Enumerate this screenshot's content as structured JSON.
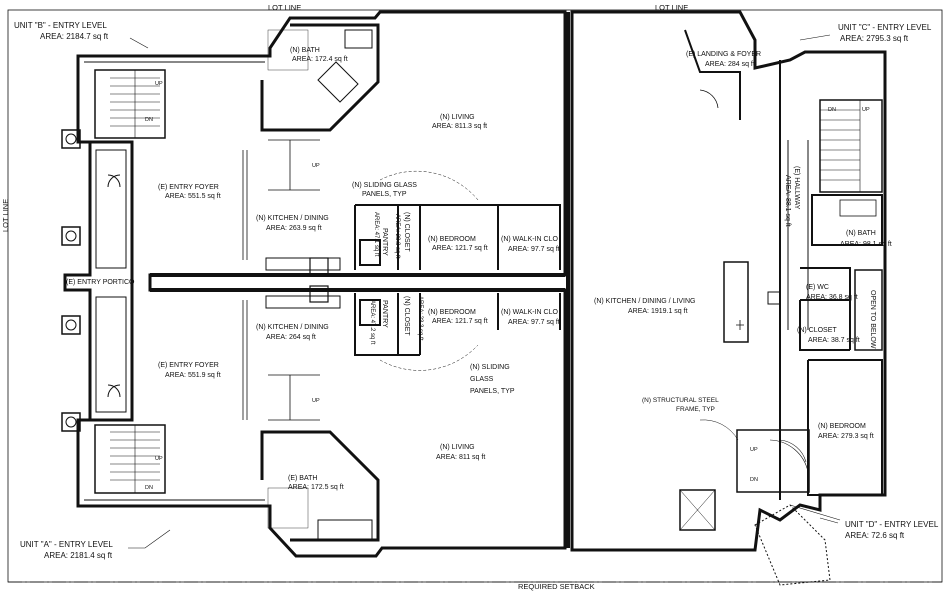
{
  "boundaries": {
    "lot_line_top": "LOT LINE",
    "lot_line_left": "LOT LINE",
    "lot_line_right": "LOT LINE",
    "required_setback": "REQUIRED SETBACK"
  },
  "units": {
    "a": {
      "title": "UNIT \"A\" - ENTRY LEVEL",
      "area": "AREA: 2181.4 sq ft"
    },
    "b": {
      "title": "UNIT \"B\" - ENTRY LEVEL",
      "area": "AREA: 2184.7 sq ft"
    },
    "c": {
      "title": "UNIT \"C\" - ENTRY LEVEL",
      "area": "AREA: 2795.3 sq ft"
    },
    "d": {
      "title": "UNIT \"D\" - ENTRY LEVEL",
      "area": "AREA: 72.6 sq ft"
    }
  },
  "rooms": {
    "bath_top": {
      "name": "(N) BATH",
      "area": "AREA: 172.4 sq ft"
    },
    "living_top": {
      "name": "(N) LIVING",
      "area": "AREA: 811.3 sq ft"
    },
    "foyer_top": {
      "name": "(E) ENTRY FOYER",
      "area": "AREA: 551.5 sq ft"
    },
    "kitchen_top": {
      "name": "(N) KITCHEN / DINING",
      "area": "AREA: 263.9 sq ft"
    },
    "pantry_top": {
      "name": "PANTRY",
      "area": "AREA: 47.1 sq ft"
    },
    "closet_top": {
      "name": "(N) CLOSET",
      "area": "AREA: 23.3 sq ft"
    },
    "bedroom_top": {
      "name": "(N) BEDROOM",
      "area": "AREA: 121.7 sq ft"
    },
    "walkin_top": {
      "name": "(N) WALK-IN CLO",
      "area": "AREA: 97.7 sq ft"
    },
    "sliding_top": {
      "line1": "(N) SLIDING GLASS",
      "line2": "PANELS, TYP"
    },
    "portico": {
      "name": "(E) ENTRY PORTICO"
    },
    "kitchen_bot": {
      "name": "(N) KITCHEN / DINING",
      "area": "AREA: 264 sq ft"
    },
    "pantry_bot": {
      "name": "PANTRY",
      "area": "AREA: 47.2 sq ft"
    },
    "closet_bot": {
      "name": "(N) CLOSET",
      "area": "AREA: 23.3 sq ft"
    },
    "bedroom_bot": {
      "name": "(N) BEDROOM",
      "area": "AREA: 121.7 sq ft"
    },
    "walkin_bot": {
      "name": "(N) WALK-IN CLO",
      "area": "AREA: 97.7 sq ft"
    },
    "foyer_bot": {
      "name": "(E) ENTRY FOYER",
      "area": "AREA: 551.9 sq ft"
    },
    "sliding_bot": {
      "line1": "(N) SLIDING",
      "line2": "GLASS",
      "line3": "PANELS, TYP"
    },
    "living_bot": {
      "name": "(N) LIVING",
      "area": "AREA: 811 sq ft"
    },
    "bath_bot": {
      "name": "(E) BATH",
      "area": "AREA: 172.5 sq ft"
    },
    "landing": {
      "name": "(E) LANDING & FOYER",
      "area": "AREA: 284 sq ft"
    },
    "kitchen_big": {
      "name": "(N) KITCHEN / DINING / LIVING",
      "area": "AREA: 1919.1 sq ft"
    },
    "hallway": {
      "name": "(E) HALLWAY",
      "area": "AREA: 88.1 sq ft"
    },
    "bath_c": {
      "name": "(N) BATH",
      "area": "AREA: 98.1 sq ft"
    },
    "wc": {
      "name": "(E) WC",
      "area": "AREA: 36.8 sq ft"
    },
    "closet_c": {
      "name": "(N) CLOSET",
      "area": "AREA: 38.7 sq ft"
    },
    "open_below": {
      "name": "OPEN TO BELOW"
    },
    "steel_frame": {
      "line1": "(N) STRUCTURAL STEEL",
      "line2": "FRAME, TYP"
    },
    "bedroom_c": {
      "name": "(N) BEDROOM",
      "area": "AREA: 279.3 sq ft"
    }
  },
  "stairs": {
    "up": "UP",
    "dn": "DN"
  }
}
